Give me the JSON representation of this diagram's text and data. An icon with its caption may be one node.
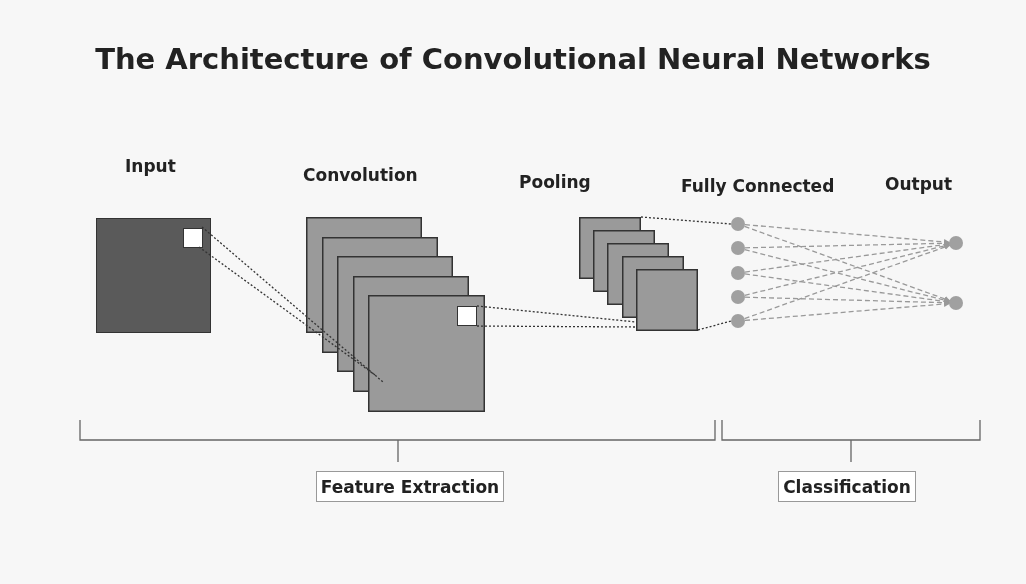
{
  "diagram": {
    "title": "The Architecture of Convolutional Neural Networks",
    "nodes": [
      {
        "text": [],
        "shape": "box"
      },
      {
        "text": [],
        "shape": "box",
        "in": 0
      },
      {
        "text": [],
        "shape": "box"
      },
      {
        "text": [],
        "shape": "box",
        "in": 2
      },
      {
        "text": [],
        "shape": "box"
      },
      {
        "text": [],
        "shape": "circle"
      },
      {
        "text": [],
        "shape": "circle"
      },
      {
        "text": [],
        "shape": "circle"
      },
      {
        "text": [],
        "shape": "circle"
      },
      {
        "text": [],
        "shape": "circle"
      },
      {
        "text": [],
        "shape": "circle"
      },
      {
        "text": [],
        "shape": "circle"
      },
      {
        "text": [
          "Feature Extraction"
        ]
      },
      {
        "text": [
          "Classification"
        ]
      }
    ],
    "edges": [
      {
        "from": 1,
        "to": 2,
        "arrow": "none",
        "style": "dashed",
        "color": "#333333"
      },
      {
        "from": 1,
        "to": 2,
        "arrow": "none",
        "style": "dashed",
        "color": "#333333"
      },
      {
        "from": 3,
        "to": 4,
        "arrow": "none",
        "style": "dashed",
        "color": "#333333"
      },
      {
        "from": 3,
        "to": 4,
        "arrow": "none",
        "style": "dashed",
        "color": "#333333"
      },
      {
        "from": 4,
        "to": 5,
        "arrow": "none",
        "style": "dashed",
        "color": "#333333"
      },
      {
        "from": 4,
        "to": 9,
        "arrow": "none",
        "style": "dashed",
        "color": "#333333"
      },
      {
        "from": 5,
        "to": 10,
        "arrow": "to",
        "style": "dashed"
      },
      {
        "from": 5,
        "to": 11,
        "arrow": "to",
        "style": "dashed"
      },
      {
        "from": 6,
        "to": 10,
        "arrow": "to",
        "style": "dashed"
      },
      {
        "from": 6,
        "to": 11,
        "arrow": "to",
        "style": "dashed"
      },
      {
        "from": 7,
        "to": 10,
        "arrow": "to",
        "style": "dashed"
      },
      {
        "from": 7,
        "to": 11,
        "arrow": "to",
        "style": "dashed"
      },
      {
        "from": 8,
        "to": 10,
        "arrow": "to",
        "style": "dashed"
      },
      {
        "from": 8,
        "to": 11,
        "arrow": "to",
        "style": "dashed"
      },
      {
        "from": 9,
        "to": 10,
        "arrow": "to",
        "style": "dashed"
      },
      {
        "from": 9,
        "to": 11,
        "arrow": "to",
        "style": "dashed"
      }
    ],
    "labels": [
      "Input",
      "Convolution",
      "Pooling",
      "Fully Connected",
      "Output"
    ]
  }
}
